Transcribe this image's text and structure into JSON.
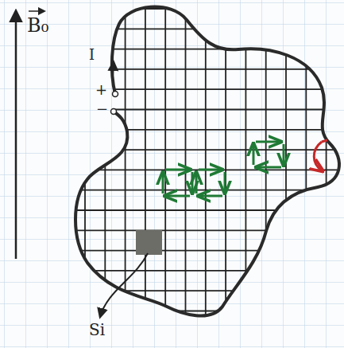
{
  "diagram": {
    "labels": [
      "B₀",
      "I",
      "+",
      "−",
      "Si"
    ]
  }
}
